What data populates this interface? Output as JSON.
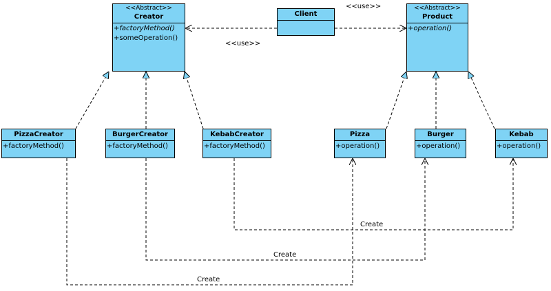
{
  "classes": {
    "creator": {
      "stereotype": "<<Abstract>>",
      "name": "Creator",
      "operations": [
        "+factoryMethod()",
        "+someOperation()"
      ]
    },
    "client": {
      "name": "Client"
    },
    "product": {
      "stereotype": "<<Abstract>>",
      "name": "Product",
      "operations": [
        "+operation()"
      ]
    },
    "pizza_creator": {
      "name": "PizzaCreator",
      "operations": [
        "+factoryMethod()"
      ]
    },
    "burger_creator": {
      "name": "BurgerCreator",
      "operations": [
        "+factoryMethod()"
      ]
    },
    "kebab_creator": {
      "name": "KebabCreator",
      "operations": [
        "+factoryMethod()"
      ]
    },
    "pizza": {
      "name": "Pizza",
      "operations": [
        "+operation()"
      ]
    },
    "burger": {
      "name": "Burger",
      "operations": [
        "+operation()"
      ]
    },
    "kebab": {
      "name": "Kebab",
      "operations": [
        "+operation()"
      ]
    }
  },
  "labels": {
    "use_product": "<<use>>",
    "use_creator": "<<use>>",
    "create_kebab": "Create",
    "create_burger": "Create",
    "create_pizza": "Create"
  },
  "colors": {
    "class_fill": "#7fd3f5",
    "line": "#000000"
  }
}
